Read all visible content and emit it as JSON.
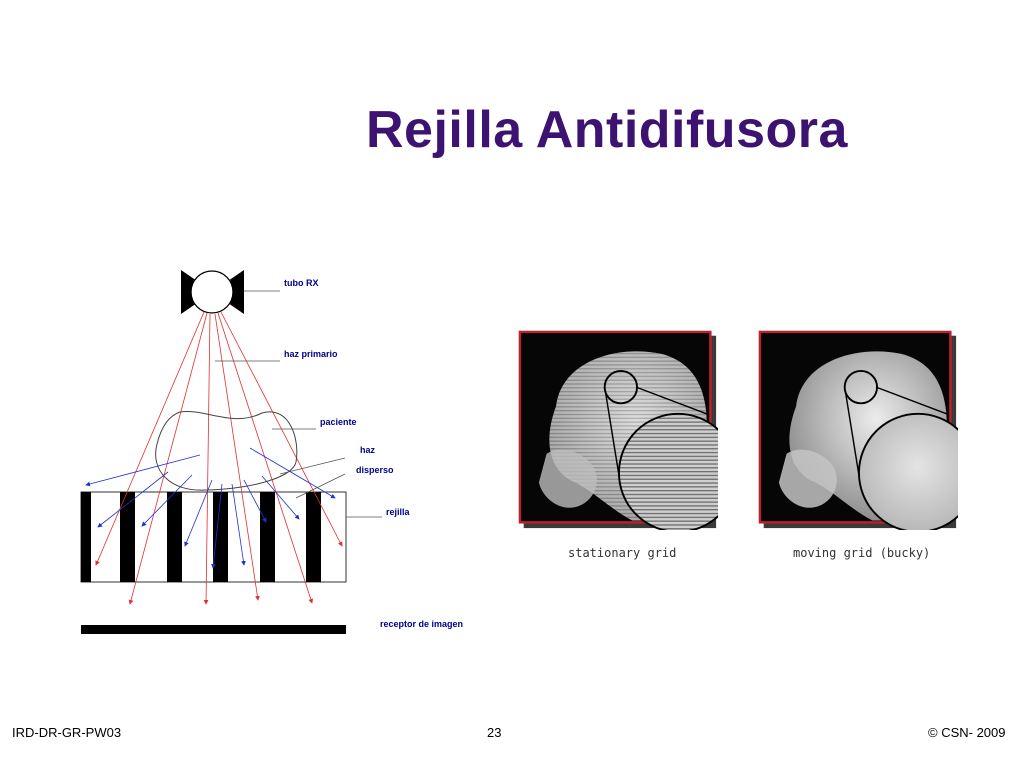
{
  "slide": {
    "title": "Rejilla Antidifusora",
    "diagram": {
      "labels": {
        "tube": "tubo RX",
        "primary_beam": "haz primario",
        "patient": "paciente",
        "scatter_1": "haz",
        "scatter_2": "disperso",
        "grid": "rejilla",
        "receptor": "receptor de imagen"
      },
      "colors": {
        "primary_ray": "#e03030",
        "scatter_ray": "#2030d0",
        "grid_strip": "#000000",
        "label_text": "#00008a"
      }
    },
    "images": [
      {
        "caption": "stationary grid",
        "grid_visible": true
      },
      {
        "caption": "moving grid (bucky)",
        "grid_visible": false
      }
    ],
    "colors": {
      "title": "#3c1371",
      "image_frame": "#c0202a"
    }
  },
  "footer": {
    "left": "IRD-DR-GR-PW03",
    "center": "23",
    "right": "© CSN- 2009"
  }
}
